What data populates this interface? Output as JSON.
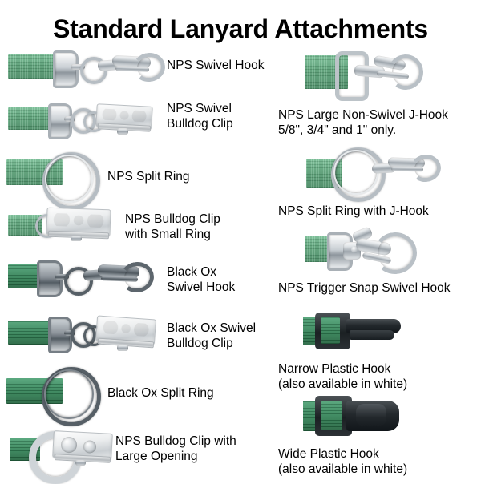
{
  "page": {
    "title": "Standard Lanyard Attachments",
    "background_color": "#ffffff",
    "text_color": "#000000",
    "strap_color": "#5fa87d",
    "chrome_color": "#b6bdc3",
    "black_oxide_color": "#5e676e",
    "plastic_color": "#1b2023"
  },
  "columns": {
    "left": {
      "items": [
        {
          "id": "nps-swivel-hook",
          "label": "NPS Swivel Hook",
          "hardware": "swivel-hook",
          "finish": "chrome"
        },
        {
          "id": "nps-swivel-bulldog-clip",
          "label": "NPS Swivel\nBulldog Clip",
          "hardware": "swivel-bulldog-clip",
          "finish": "chrome"
        },
        {
          "id": "nps-split-ring",
          "label": "NPS Split Ring",
          "hardware": "split-ring",
          "finish": "chrome"
        },
        {
          "id": "nps-bulldog-clip-small-ring",
          "label": "NPS Bulldog Clip\nwith Small Ring",
          "hardware": "bulldog-clip-small-ring",
          "finish": "chrome"
        },
        {
          "id": "black-ox-swivel-hook",
          "label": "Black Ox\nSwivel Hook",
          "hardware": "swivel-hook",
          "finish": "black-oxide"
        },
        {
          "id": "black-ox-swivel-bulldog-clip",
          "label": "Black Ox Swivel\nBulldog Clip",
          "hardware": "swivel-bulldog-clip",
          "finish": "black-oxide"
        },
        {
          "id": "black-ox-split-ring",
          "label": "Black Ox Split Ring",
          "hardware": "split-ring",
          "finish": "black-oxide"
        },
        {
          "id": "nps-bulldog-clip-large-opening",
          "label": "NPS Bulldog Clip with\nLarge Opening",
          "hardware": "bulldog-clip-large-opening",
          "finish": "chrome"
        }
      ]
    },
    "right": {
      "items": [
        {
          "id": "nps-large-non-swivel-j-hook",
          "label": "NPS Large Non-Swivel J-Hook\n5/8\", 3/4\" and 1\" only.",
          "hardware": "j-hook",
          "finish": "chrome"
        },
        {
          "id": "nps-split-ring-with-j-hook",
          "label": "NPS Split Ring with J-Hook",
          "hardware": "split-ring-j-hook",
          "finish": "chrome"
        },
        {
          "id": "nps-trigger-snap-swivel-hook",
          "label": "NPS Trigger Snap Swivel Hook",
          "hardware": "trigger-snap",
          "finish": "chrome"
        },
        {
          "id": "narrow-plastic-hook",
          "label": "Narrow Plastic Hook\n(also available in white)",
          "hardware": "narrow-plastic-hook",
          "finish": "plastic"
        },
        {
          "id": "wide-plastic-hook",
          "label": "Wide Plastic Hook\n(also available in white)",
          "hardware": "wide-plastic-hook",
          "finish": "plastic"
        }
      ]
    }
  }
}
